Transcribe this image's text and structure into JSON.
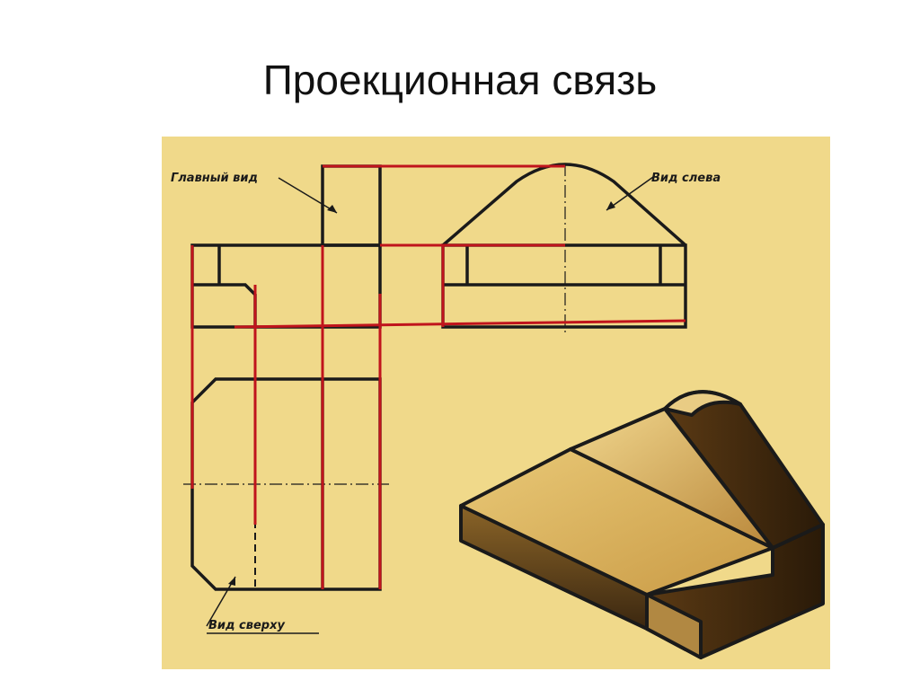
{
  "slide": {
    "title": "Проекционная связь"
  },
  "figure": {
    "labels": {
      "front_view": "Главный вид",
      "left_view": "Вид слева",
      "top_view": "Вид сверху"
    },
    "colors": {
      "paper": "#f0d98a",
      "outline": "#1a1a1a",
      "projection_lines": "#c0141c"
    }
  }
}
